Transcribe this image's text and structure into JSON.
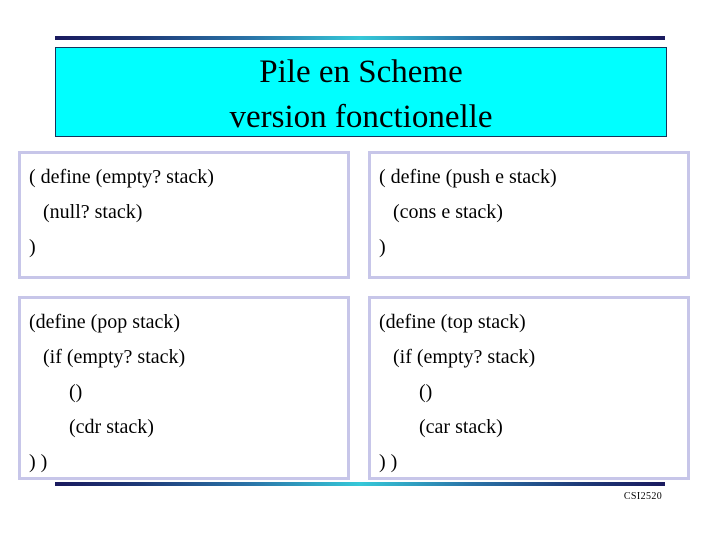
{
  "slide": {
    "title": {
      "line1": "Pile en Scheme",
      "line2": "version fonctionelle",
      "background_color": "#00ffff",
      "border_color": "#14365c"
    },
    "decor": {
      "rule_gradient_dark": "#1a1a5e",
      "rule_gradient_light": "#35c8d8"
    },
    "code_boxes": [
      {
        "id": "empty",
        "border_color": "#c7c6e9",
        "lines": [
          {
            "text": "( define (empty? stack)",
            "indent": 0
          },
          {
            "text": "(null? stack)",
            "indent": 1
          },
          {
            "text": ")",
            "indent": 0
          }
        ]
      },
      {
        "id": "push",
        "border_color": "#c7c6e9",
        "lines": [
          {
            "text": "( define (push e stack)",
            "indent": 0
          },
          {
            "text": "(cons e stack)",
            "indent": 1
          },
          {
            "text": ")",
            "indent": 0
          }
        ]
      },
      {
        "id": "pop",
        "border_color": "#c7c6e9",
        "lines": [
          {
            "text": "(define (pop stack)",
            "indent": 0
          },
          {
            "text": "(if (empty? stack)",
            "indent": 1
          },
          {
            "text": "()",
            "indent": 2
          },
          {
            "text": "(cdr stack)",
            "indent": 2
          },
          {
            "text": ") )",
            "indent": 0
          }
        ]
      },
      {
        "id": "top",
        "border_color": "#c7c6e9",
        "lines": [
          {
            "text": "(define (top stack)",
            "indent": 0
          },
          {
            "text": "(if (empty? stack)",
            "indent": 1
          },
          {
            "text": "()",
            "indent": 2
          },
          {
            "text": "(car stack)",
            "indent": 2
          },
          {
            "text": ") )",
            "indent": 0
          }
        ]
      }
    ],
    "footer": {
      "course_code": "CSI2520"
    }
  }
}
